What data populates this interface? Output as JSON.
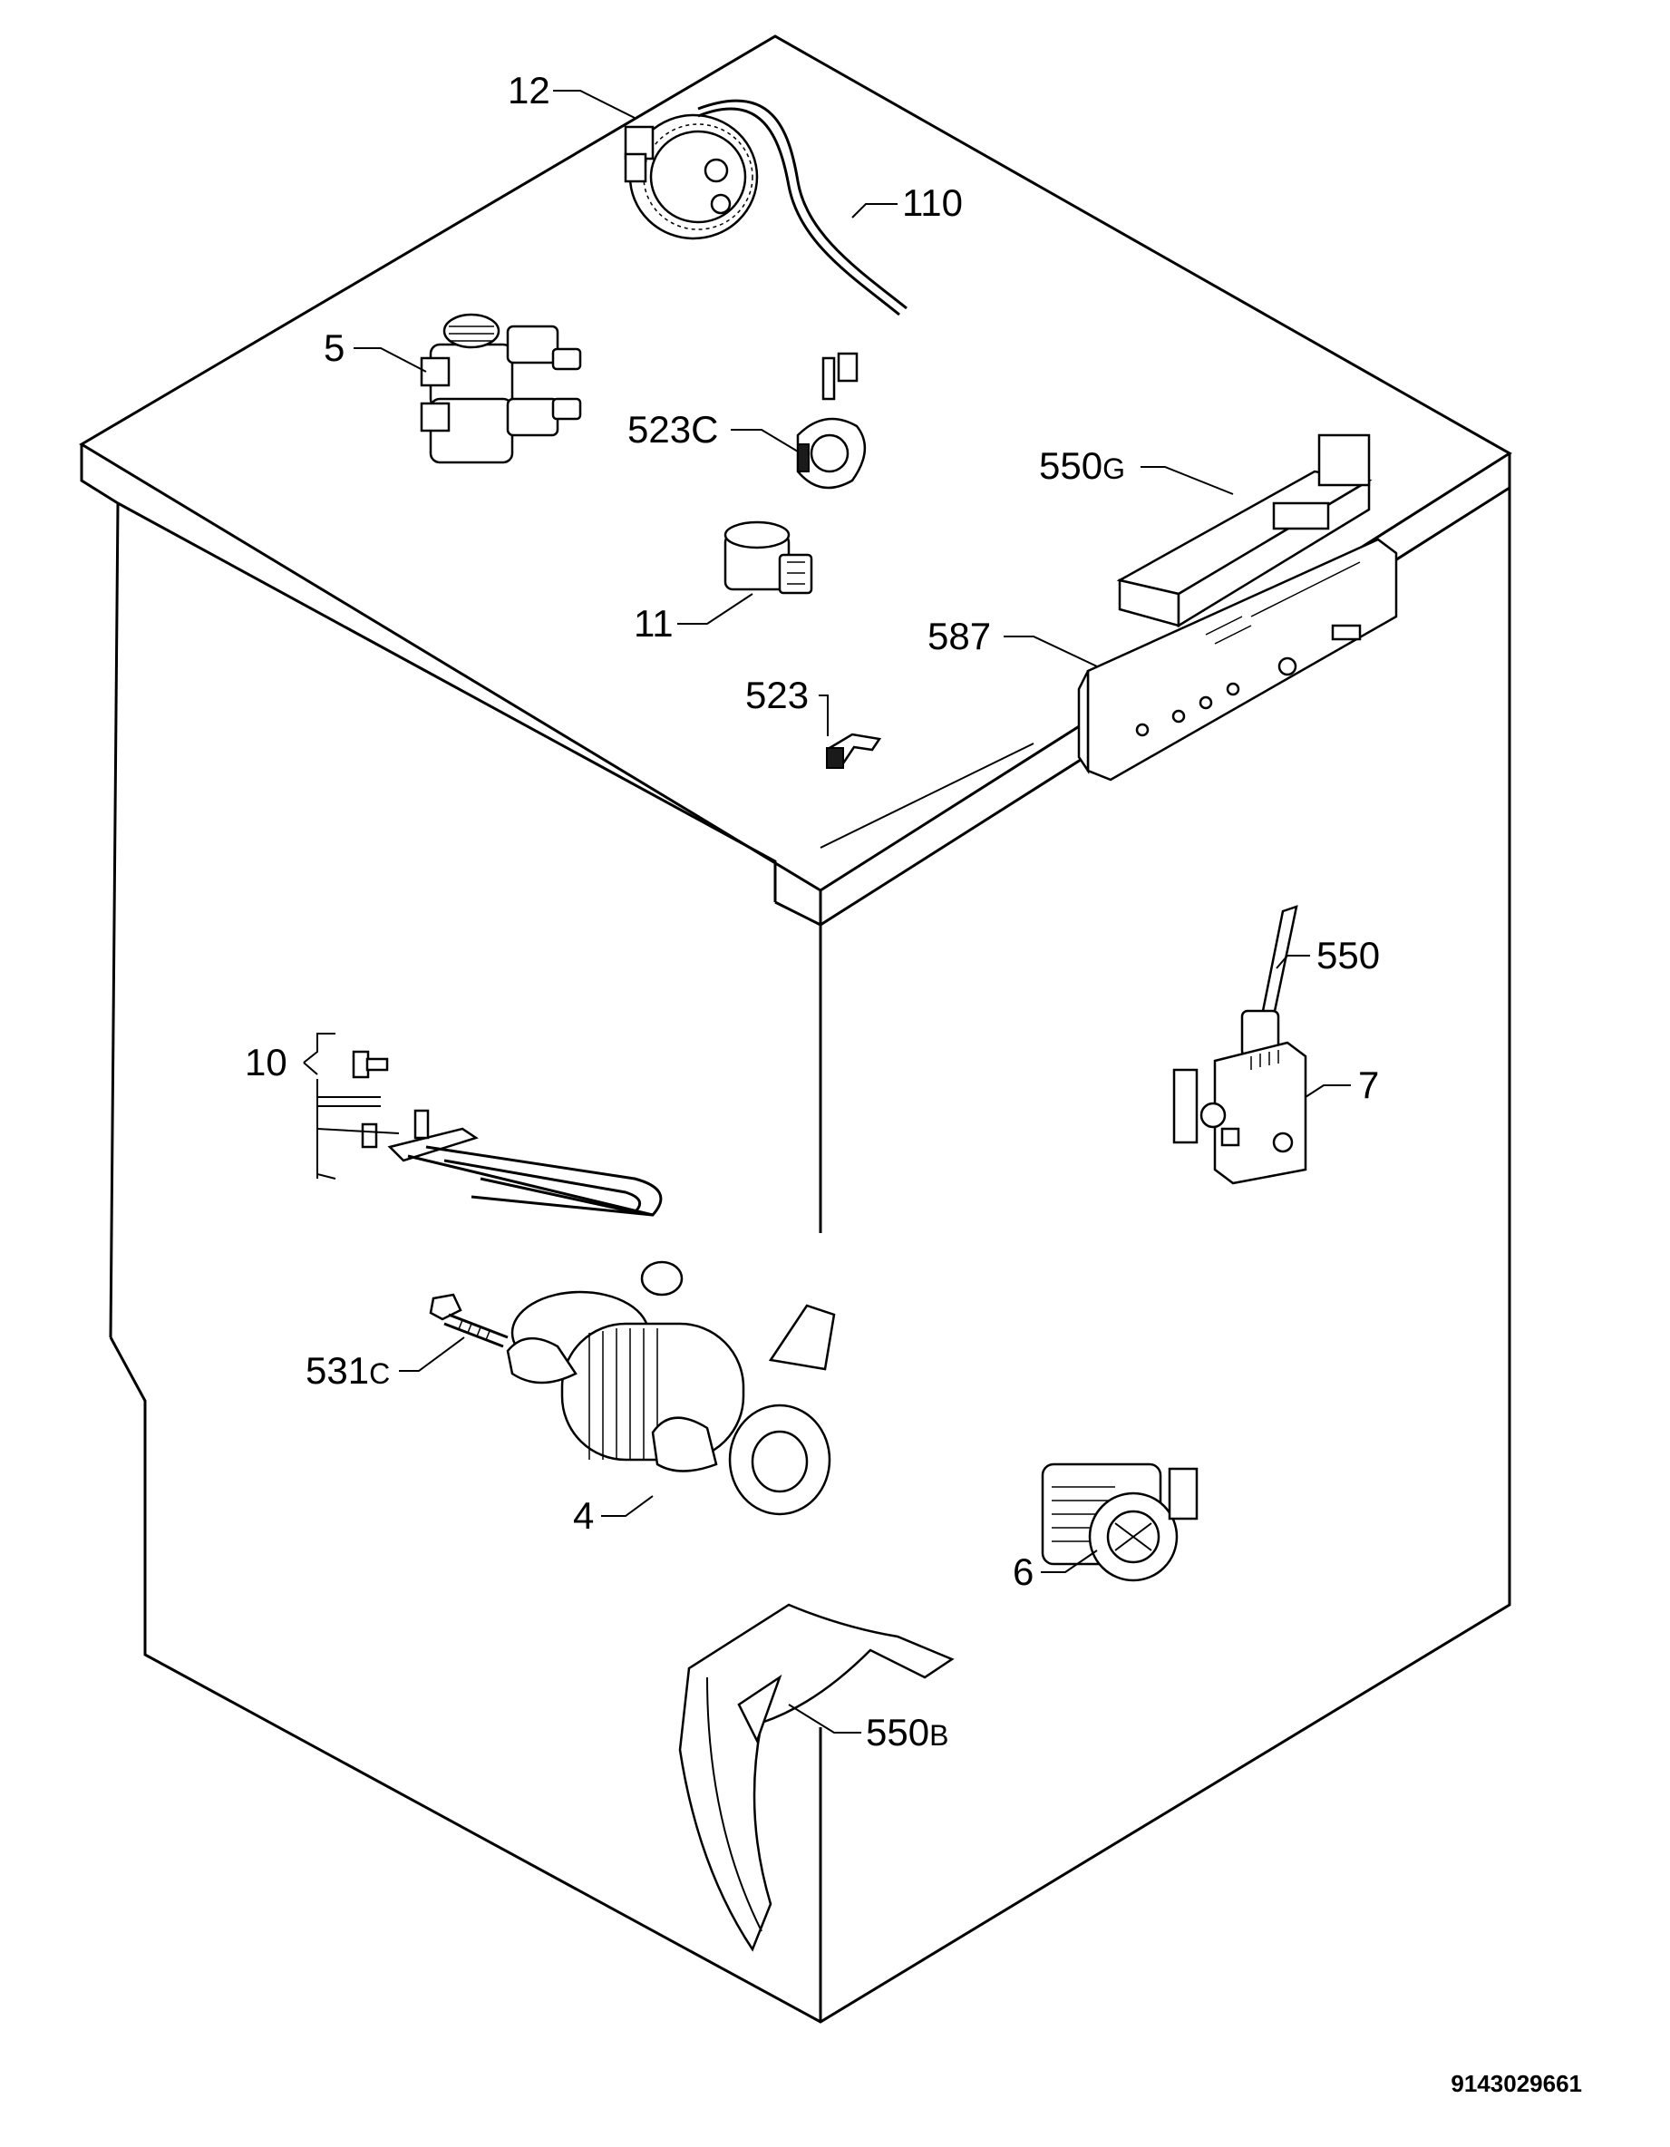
{
  "drawing_number": "9143029661",
  "callouts": [
    {
      "id": "12",
      "num": "12",
      "suffix": ""
    },
    {
      "id": "110",
      "num": "110",
      "suffix": ""
    },
    {
      "id": "5",
      "num": "5",
      "suffix": ""
    },
    {
      "id": "523C",
      "num": "523C",
      "suffix": ""
    },
    {
      "id": "550G",
      "num": "550",
      "suffix": "G"
    },
    {
      "id": "11",
      "num": "11",
      "suffix": ""
    },
    {
      "id": "587",
      "num": "587",
      "suffix": ""
    },
    {
      "id": "523",
      "num": "523",
      "suffix": ""
    },
    {
      "id": "550",
      "num": "550",
      "suffix": ""
    },
    {
      "id": "10",
      "num": "10",
      "suffix": ""
    },
    {
      "id": "7",
      "num": "7",
      "suffix": ""
    },
    {
      "id": "531C",
      "num": "531",
      "suffix": "C"
    },
    {
      "id": "4",
      "num": "4",
      "suffix": ""
    },
    {
      "id": "6",
      "num": "6",
      "suffix": ""
    },
    {
      "id": "550B",
      "num": "550",
      "suffix": "B"
    }
  ]
}
